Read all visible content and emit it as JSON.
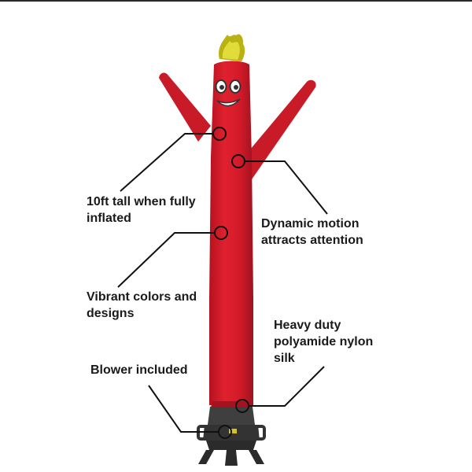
{
  "callouts": {
    "height": "10ft tall when fully\ninflated",
    "motion": "Dynamic motion\nattracts attention",
    "colors": "Vibrant colors and\ndesigns",
    "material": "Heavy duty\npolyamide nylon\nsilk",
    "blower": "Blower included"
  },
  "colors": {
    "tube": "#d61c2b",
    "tube_shadow": "#a81420",
    "blower": "#3a3a3a",
    "hair": "#c8c21a",
    "line": "#111111"
  },
  "icons": [
    "face-graphic",
    "callout-marker"
  ]
}
